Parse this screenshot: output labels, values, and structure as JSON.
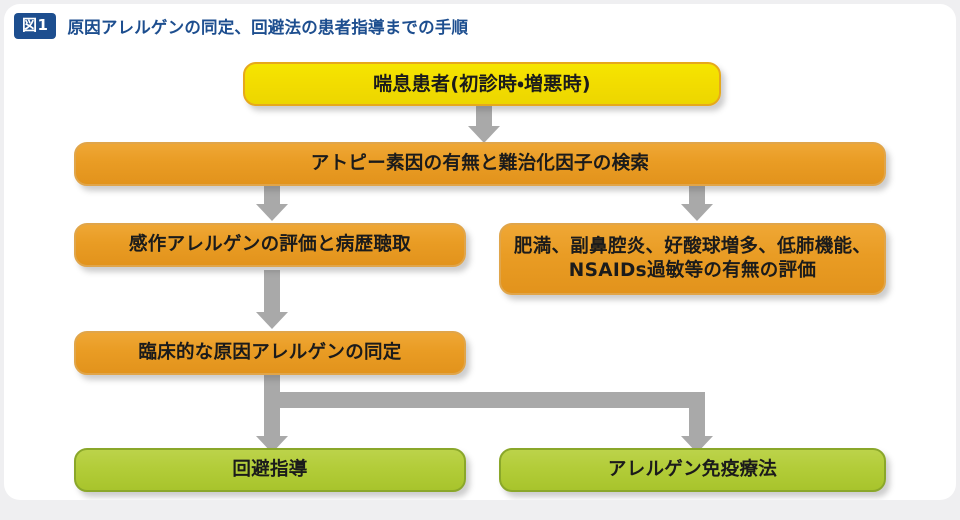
{
  "header": {
    "badge": "図1",
    "title": "原因アレルゲンの同定、回避法の患者指導までの手順"
  },
  "colors": {
    "title_blue": "#1d4e8f",
    "badge_bg": "#1d4e8f",
    "yellow_fill": "#F2DD00",
    "yellow_border": "#E6A81C",
    "orange_fill": "#E99C24",
    "orange_border": "#E0A54A",
    "green_fill": "#B2CC38",
    "green_border": "#8AA72A",
    "connector_gray": "#A9A9A9",
    "card_bg": "#FFFFFF",
    "page_bg": "#EFEFF1"
  },
  "flowchart": {
    "nodes": [
      {
        "id": "asthma-patient",
        "style": "yellow",
        "lines": [
          "喘息患者(初診時・増悪時)"
        ]
      },
      {
        "id": "atopy-search",
        "style": "orange",
        "lines": [
          "アトピー素因の有無と難治化因子の検索"
        ]
      },
      {
        "id": "sensitization-eval",
        "style": "orange",
        "lines": [
          "感作アレルゲンの評価と病歴聴取"
        ]
      },
      {
        "id": "comorbidity-eval",
        "style": "orange",
        "lines": [
          "肥満、副鼻腔炎、好酸球増多、低肺機能、",
          "NSAIDs過敏等の有無の評価"
        ]
      },
      {
        "id": "clinical-identification",
        "style": "orange",
        "lines": [
          "臨床的な原因アレルゲンの同定"
        ]
      },
      {
        "id": "avoidance-guidance",
        "style": "green",
        "lines": [
          "回避指導"
        ]
      },
      {
        "id": "allergen-immunotherapy",
        "style": "green",
        "lines": [
          "アレルゲン免疫療法"
        ]
      }
    ],
    "edges": [
      {
        "from": "asthma-patient",
        "to": "atopy-search",
        "type": "straight-down"
      },
      {
        "from": "atopy-search",
        "to": "sensitization-eval",
        "type": "straight-down"
      },
      {
        "from": "atopy-search",
        "to": "comorbidity-eval",
        "type": "straight-down"
      },
      {
        "from": "sensitization-eval",
        "to": "clinical-identification",
        "type": "straight-down"
      },
      {
        "from": "clinical-identification",
        "to": "avoidance-guidance",
        "type": "elbow-split-left"
      },
      {
        "from": "clinical-identification",
        "to": "allergen-immunotherapy",
        "type": "elbow-split-right"
      }
    ]
  },
  "footer": {
    "clipped_text": ""
  }
}
